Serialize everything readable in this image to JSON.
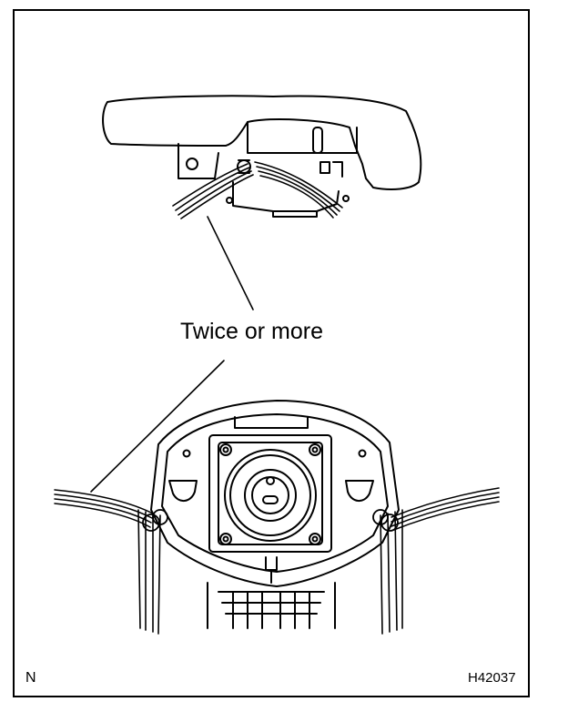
{
  "labels": {
    "callout": "Twice or more",
    "orientation": "N",
    "figure_code": "H42037"
  }
}
